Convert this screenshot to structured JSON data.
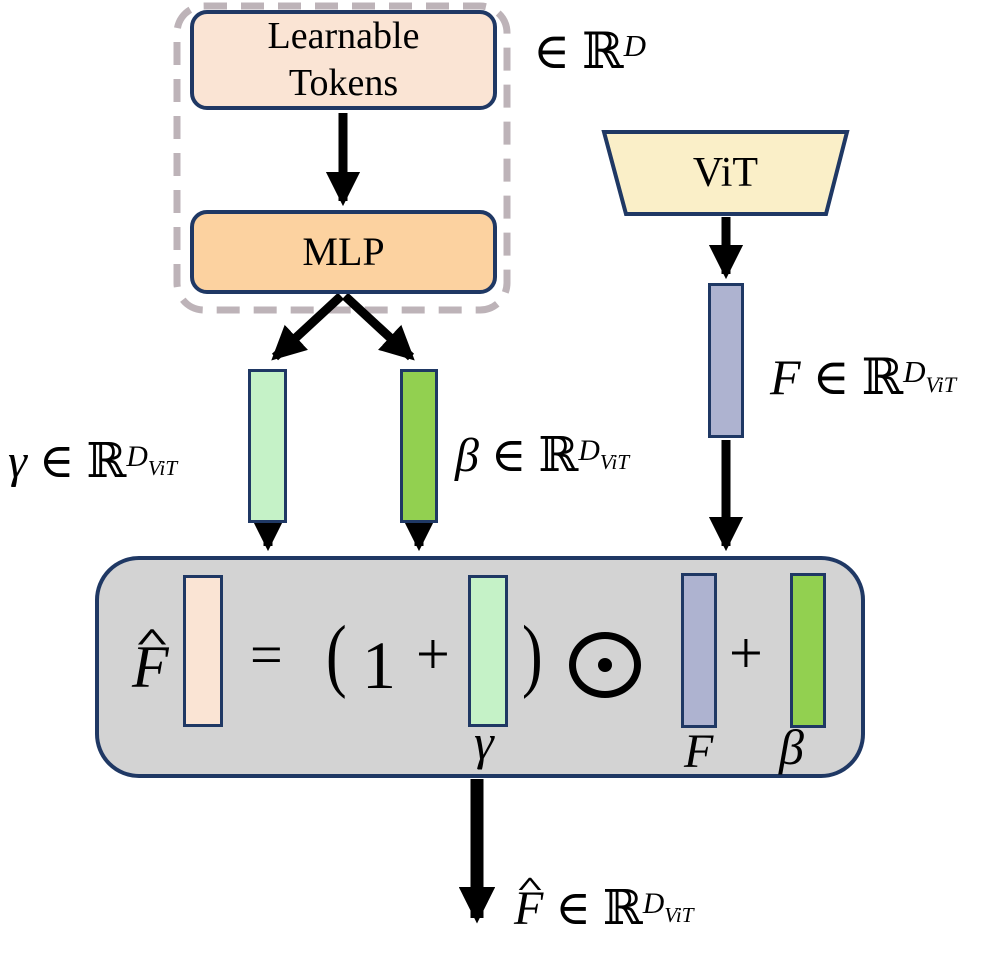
{
  "colors": {
    "navy_border": "#1f3864",
    "peach": "#fae4d4",
    "orange": "#fcd2a0",
    "cream": "#faefc8",
    "light_green": "#c5f2c7",
    "green": "#92d050",
    "lavender": "#aeb3d0",
    "gray_box": "#d3d3d3",
    "dashed_border": "#bdb3b8",
    "arrow": "#000000"
  },
  "nodes": {
    "learnable_tokens": {
      "line1": "Learnable",
      "line2": "Tokens"
    },
    "mlp": {
      "label": "MLP"
    },
    "vit": {
      "label": "ViT"
    }
  },
  "dims": {
    "tokens": {
      "elem": "∈",
      "set": "ℝ",
      "sup": "D"
    },
    "gamma": {
      "var": "γ",
      "elem": "∈",
      "set": "ℝ",
      "sup": "D",
      "supsub": "ViT"
    },
    "beta": {
      "var": "β",
      "elem": "∈",
      "set": "ℝ",
      "sup": "D",
      "supsub": "ViT"
    },
    "f": {
      "var": "F",
      "elem": "∈",
      "set": "ℝ",
      "sup": "D",
      "supsub": "ViT"
    },
    "f_hat": {
      "hat": "^",
      "var": "F",
      "elem": "∈",
      "set": "ℝ",
      "sup": "D",
      "supsub": "ViT"
    }
  },
  "equation": {
    "lhs_hat": "^",
    "lhs_var": "F",
    "equals": "=",
    "open_paren": "(",
    "one": "1",
    "plus": "+",
    "gamma_label": "γ",
    "close_paren": ")",
    "odot_symbol": "⊙",
    "f_label": "F",
    "plus2": "+",
    "beta_label": "β"
  }
}
